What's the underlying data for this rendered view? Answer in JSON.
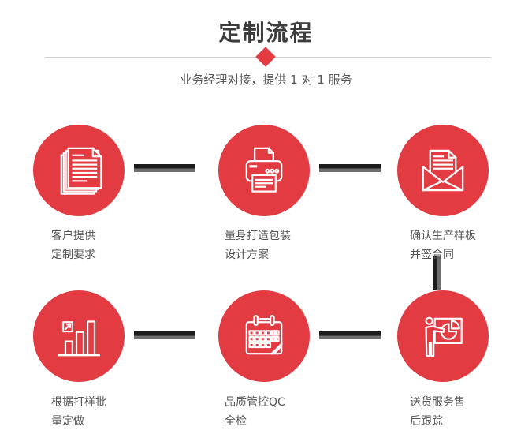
{
  "title": "定制流程",
  "subtitle": "业务经理对接，提供 1 对 1 服务",
  "steps": [
    {
      "icon": "documents-icon",
      "lines": [
        "客户提供",
        "定制要求"
      ]
    },
    {
      "icon": "printer-icon",
      "lines": [
        "量身打造包装",
        "设计方案"
      ]
    },
    {
      "icon": "envelope-icon",
      "lines": [
        "确认生产样板",
        "并签合同"
      ]
    },
    {
      "icon": "bar-chart-icon",
      "lines": [
        "根据打样批",
        "量定做"
      ]
    },
    {
      "icon": "calendar-icon",
      "lines": [
        "品质管控QC",
        "全检"
      ]
    },
    {
      "icon": "presentation-icon",
      "lines": [
        "送货服务售",
        "后跟踪"
      ]
    }
  ],
  "colors": {
    "accent_red": "#e23b42",
    "connector_dark": "#1d1d1d",
    "connector_gray": "#6e6e6e",
    "title_gray": "#3d3d3d",
    "text_gray": "#565656",
    "divider_gray": "#cccccc",
    "icon_stroke": "#ffffff"
  }
}
